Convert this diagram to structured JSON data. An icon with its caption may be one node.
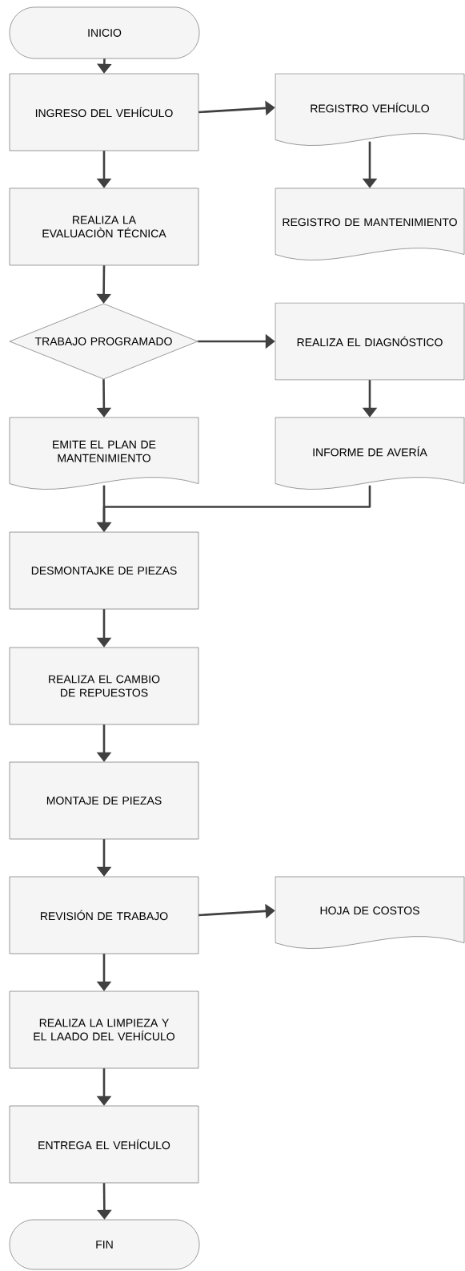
{
  "diagram": {
    "nodes": [
      {
        "text": [
          "INICIO"
        ]
      },
      {
        "text": [
          "INGRESO DEL VEHÍCULO"
        ]
      },
      {
        "text": [
          "REGISTRO VEHÍCULO"
        ]
      },
      {
        "text": [
          "REGISTRO DE MANTENIMIENTO"
        ]
      },
      {
        "text": [
          "REALIZA LA EVALUACIÒN TÉCNICA"
        ]
      },
      {
        "text": [
          "TRABAJO PROGRAMADO"
        ]
      },
      {
        "text": [
          "REALIZA EL DIAGNÓSTICO"
        ]
      },
      {
        "text": [
          "EMITE EL PLAN DE MANTENIMIENTO"
        ]
      },
      {
        "text": [
          "INFORME DE AVERÍA"
        ]
      },
      {
        "text": [
          "DESMONTAJKE DE PIEZAS"
        ]
      },
      {
        "text": [
          "REALIZA EL CAMBIO DE REPUESTOS"
        ]
      },
      {
        "text": [
          "MONTAJE DE PIEZAS"
        ]
      },
      {
        "text": [
          "REVISIÓN DE TRABAJO"
        ]
      },
      {
        "text": [
          "HOJA DE COSTOS"
        ]
      },
      {
        "text": [
          "REALIZA LA LIMPIEZA Y EL LAADO DEL VEHÍCULO"
        ]
      },
      {
        "text": [
          "ENTREGA EL VEHÍCULO"
        ]
      },
      {
        "text": [
          "FIN"
        ]
      }
    ],
    "edges": [
      {
        "from": 0,
        "to": 1,
        "arrow": "to"
      },
      {
        "from": 1,
        "to": 2,
        "arrow": "to"
      },
      {
        "from": 2,
        "to": 3,
        "arrow": "to"
      },
      {
        "from": 1,
        "to": 4,
        "arrow": "to"
      },
      {
        "from": 4,
        "to": 5,
        "arrow": "to"
      },
      {
        "from": 5,
        "to": 6,
        "arrow": "to"
      },
      {
        "from": 5,
        "to": 7,
        "arrow": "to"
      },
      {
        "from": 6,
        "to": 8,
        "arrow": "to"
      },
      {
        "from": 7,
        "to": 9,
        "arrow": "to"
      },
      {
        "from": 8,
        "to": 9,
        "arrow": "to"
      },
      {
        "from": 9,
        "to": 10,
        "arrow": "to"
      },
      {
        "from": 10,
        "to": 11,
        "arrow": "to"
      },
      {
        "from": 11,
        "to": 12,
        "arrow": "to"
      },
      {
        "from": 12,
        "to": 13,
        "arrow": "to"
      },
      {
        "from": 12,
        "to": 14,
        "arrow": "to"
      },
      {
        "from": 14,
        "to": 15,
        "arrow": "to"
      },
      {
        "from": 15,
        "to": 16,
        "arrow": "to"
      }
    ]
  }
}
